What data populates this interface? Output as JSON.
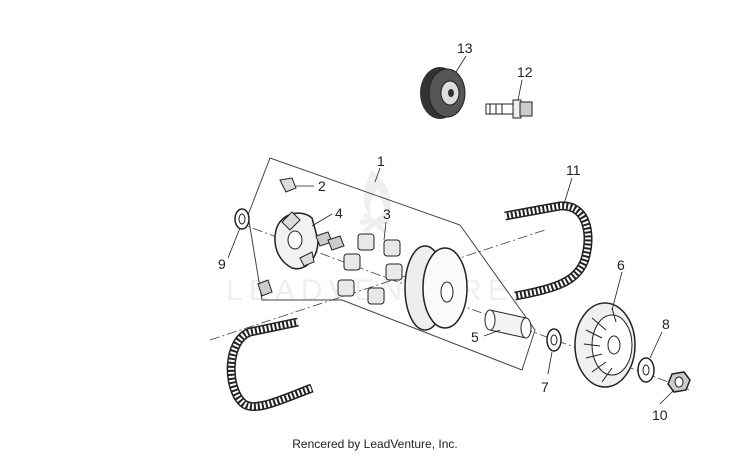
{
  "diagram": {
    "callouts": [
      "1",
      "2",
      "3",
      "4",
      "5",
      "6",
      "7",
      "8",
      "9",
      "10",
      "11",
      "12",
      "13"
    ]
  },
  "watermark": {
    "text": "LEADVENTURE",
    "icon": "flame-logo-icon"
  },
  "footer": {
    "credit": "Rencered by LeadVenture, Inc."
  }
}
